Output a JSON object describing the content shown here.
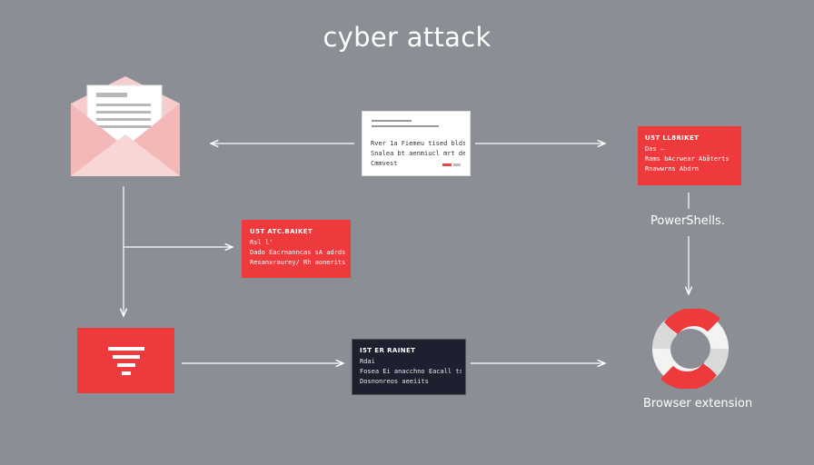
{
  "title": "cyber attack",
  "icons": {
    "email": "envelope-with-letter-icon",
    "funnel": "funnel-icon",
    "ring": "browser-ring-icon"
  },
  "labels": {
    "powershell": "PowerShells.",
    "browser_extension": "Browser extension"
  },
  "cards": {
    "message": {
      "line1": "Rver 1a  Fiemeu tised blds",
      "line2": "Snalea bt aenmiucl mrt dell:",
      "line3": "Cmmvest"
    },
    "red_top_right": {
      "heading": "U5T LL8RIKET",
      "line1": "Das —",
      "line2": "Rams bAcrwear Abåterts",
      "line3": "Rnawwrns Abdrn"
    },
    "red_middle": {
      "heading": "U5T ATC.BAIKET",
      "line1": "Rsl l'",
      "line2": "Dado Eacrnanncas sA adrds",
      "line3": "Resanxraurey/ Rh aonerits"
    },
    "dark": {
      "heading": "I5T ER RAINET",
      "line1": "Rdai",
      "line2": "Fosea Ei anacchno Eacall ts",
      "line3": "Dosnonreos aeeiits"
    }
  },
  "colors": {
    "background": "#8b8e95",
    "red": "#ee3a3d",
    "dark": "#1e2030",
    "envelope": "#f6cdcd",
    "white": "#ffffff"
  }
}
